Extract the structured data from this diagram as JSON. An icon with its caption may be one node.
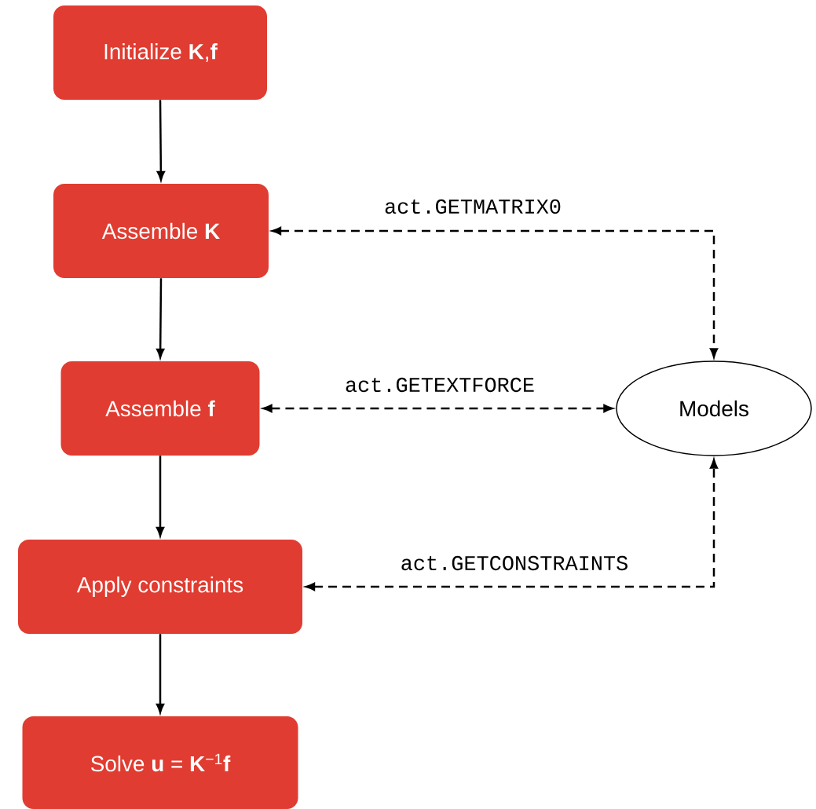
{
  "diagram": {
    "nodes": [
      {
        "text": [
          "Initialize **K**,**f**"
        ]
      },
      {
        "text": [
          "Assemble **K**"
        ]
      },
      {
        "text": [
          "Assemble **f**"
        ]
      },
      {
        "text": [
          "Apply constraints"
        ]
      },
      {
        "text": [
          "Solve **u** = **K**$^{−1}$**f**"
        ]
      },
      {
        "text": [
          "Models"
        ]
      }
    ],
    "edges": [
      {
        "from": 0,
        "to": 1,
        "arrow": "to"
      },
      {
        "from": 1,
        "to": 2,
        "arrow": "to"
      },
      {
        "from": 2,
        "to": 3,
        "arrow": "to"
      },
      {
        "from": 3,
        "to": 4,
        "arrow": "to"
      },
      {
        "from": 1,
        "to": 5,
        "arrow": "both",
        "label": "act.GETMATRIX0",
        "style": "dashed"
      },
      {
        "from": 2,
        "to": 5,
        "arrow": "both",
        "label": "act.GETEXTFORCE",
        "style": "dashed"
      },
      {
        "from": 3,
        "to": 5,
        "arrow": "both",
        "label": "act.GETCONSTRAINTS",
        "style": "dashed"
      }
    ]
  }
}
